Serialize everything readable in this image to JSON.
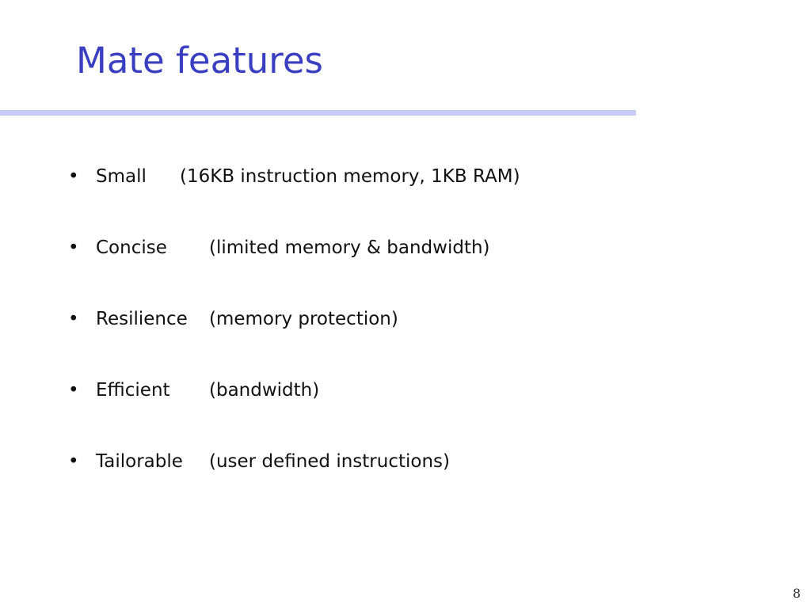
{
  "slide": {
    "title": "Mate features",
    "bullet_glyph": "•",
    "bullets": [
      {
        "term": "Small",
        "description": "(16KB instruction memory, 1KB RAM)"
      },
      {
        "term": "Concise",
        "description": "(limited memory & bandwidth)"
      },
      {
        "term": "Resilience",
        "description": "(memory protection)"
      },
      {
        "term": "Efficient",
        "description": "(bandwidth)"
      },
      {
        "term": "Tailorable",
        "description": "(user defined instructions)"
      }
    ],
    "page_number": "8"
  },
  "colors": {
    "title": "#3a3fc2",
    "rule": "#c8cbf5",
    "body_text": "#111111"
  }
}
